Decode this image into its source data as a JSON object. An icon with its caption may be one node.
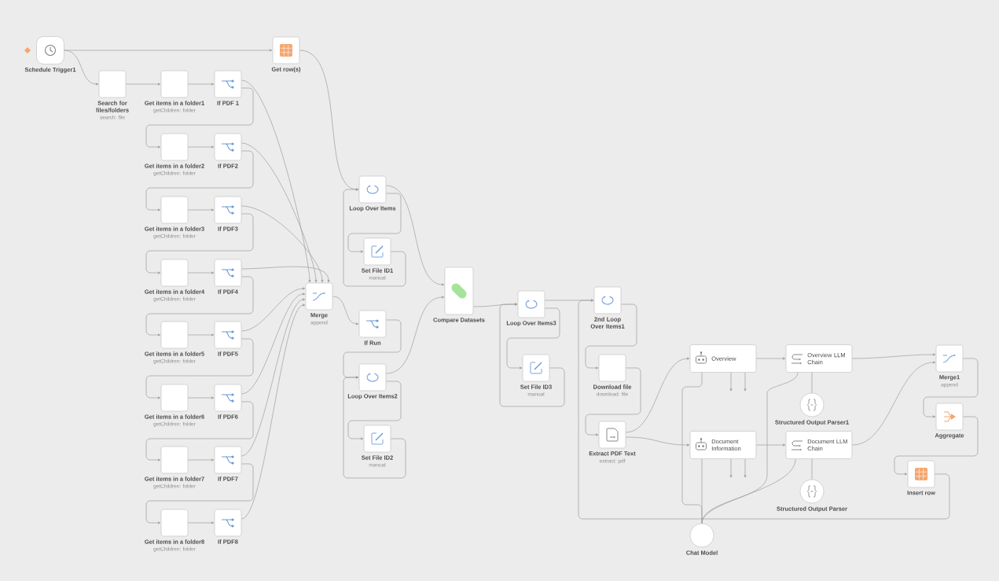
{
  "diagram": {
    "nodes": [
      {
        "text": [
          "Schedule Trigger1"
        ]
      },
      {
        "text": [
          "Get row(s)"
        ]
      },
      {
        "text": [
          "Search for files/folders",
          "search: file"
        ]
      },
      {
        "text": [
          "Get items in a folder1",
          "getChildren: folder"
        ]
      },
      {
        "text": [
          "If PDF 1"
        ]
      },
      {
        "text": [
          "Get items in a folder2",
          "getChildren: folder"
        ]
      },
      {
        "text": [
          "If PDF2"
        ]
      },
      {
        "text": [
          "Get items in a folder3",
          "getChildren: folder"
        ]
      },
      {
        "text": [
          "If PDF3"
        ]
      },
      {
        "text": [
          "Get items in a folder4",
          "getChildren: folder"
        ]
      },
      {
        "text": [
          "If PDF4"
        ]
      },
      {
        "text": [
          "Get items in a folder5",
          "getChildren: folder"
        ]
      },
      {
        "text": [
          "If PDF5"
        ]
      },
      {
        "text": [
          "Get items in a folder6",
          "getChildren: folder"
        ]
      },
      {
        "text": [
          "If PDF6"
        ]
      },
      {
        "text": [
          "Get items in a folder7",
          "getChildren: folder"
        ]
      },
      {
        "text": [
          "If PDF7"
        ]
      },
      {
        "text": [
          "Get items in a folder8",
          "getChildren: folder"
        ]
      },
      {
        "text": [
          "If PDF8"
        ]
      },
      {
        "text": [
          "Merge",
          "append"
        ]
      },
      {
        "text": [
          "Loop Over Items"
        ]
      },
      {
        "text": [
          "Set File ID1",
          "manual"
        ]
      },
      {
        "text": [
          "If Run"
        ]
      },
      {
        "text": [
          "Loop Over Items2"
        ]
      },
      {
        "text": [
          "Set File ID2",
          "manual"
        ]
      },
      {
        "text": [
          "Compare Datasets"
        ]
      },
      {
        "text": [
          "Loop Over Items3"
        ]
      },
      {
        "text": [
          "Set File ID3",
          "manual"
        ]
      },
      {
        "text": [
          "2nd Loop Over Items1"
        ]
      },
      {
        "text": [
          "Download file",
          "download: file"
        ]
      },
      {
        "text": [
          "Extract PDF Text",
          "extract: pdf"
        ]
      },
      {
        "text": [
          "Overview"
        ]
      },
      {
        "text": [
          "Document Information"
        ]
      },
      {
        "text": [
          "Overview LLM Chain"
        ]
      },
      {
        "text": [
          "Structured Output Parser1"
        ]
      },
      {
        "text": [
          "Document LLM Chain"
        ]
      },
      {
        "text": [
          "Structured Output Parser"
        ]
      },
      {
        "text": [
          "Chat Model"
        ]
      },
      {
        "text": [
          "Merge1",
          "append"
        ]
      },
      {
        "text": [
          "Aggregate"
        ]
      },
      {
        "text": [
          "Insert row"
        ]
      }
    ],
    "edges": [
      {
        "from": 0,
        "to": 1,
        "arrow": "to"
      },
      {
        "from": 0,
        "to": 2,
        "arrow": "to"
      },
      {
        "from": 2,
        "to": 3,
        "arrow": "to"
      },
      {
        "from": 3,
        "to": 4,
        "arrow": "to"
      },
      {
        "from": 4,
        "to": 19,
        "arrow": "to"
      },
      {
        "from": 4,
        "to": 5,
        "arrow": "to"
      },
      {
        "from": 5,
        "to": 6,
        "arrow": "to"
      },
      {
        "from": 6,
        "to": 19,
        "arrow": "to"
      },
      {
        "from": 6,
        "to": 7,
        "arrow": "to"
      },
      {
        "from": 7,
        "to": 8,
        "arrow": "to"
      },
      {
        "from": 8,
        "to": 19,
        "arrow": "to"
      },
      {
        "from": 8,
        "to": 9,
        "arrow": "to"
      },
      {
        "from": 9,
        "to": 10,
        "arrow": "to"
      },
      {
        "from": 10,
        "to": 19,
        "arrow": "to"
      },
      {
        "from": 10,
        "to": 11,
        "arrow": "to"
      },
      {
        "from": 11,
        "to": 12,
        "arrow": "to"
      },
      {
        "from": 12,
        "to": 19,
        "arrow": "to"
      },
      {
        "from": 12,
        "to": 13,
        "arrow": "to"
      },
      {
        "from": 13,
        "to": 14,
        "arrow": "to"
      },
      {
        "from": 14,
        "to": 19,
        "arrow": "to"
      },
      {
        "from": 14,
        "to": 15,
        "arrow": "to"
      },
      {
        "from": 15,
        "to": 16,
        "arrow": "to"
      },
      {
        "from": 16,
        "to": 19,
        "arrow": "to"
      },
      {
        "from": 16,
        "to": 17,
        "arrow": "to"
      },
      {
        "from": 17,
        "to": 18,
        "arrow": "to"
      },
      {
        "from": 18,
        "to": 19,
        "arrow": "to"
      },
      {
        "from": 1,
        "to": 20,
        "arrow": "to"
      },
      {
        "from": 20,
        "to": 21,
        "arrow": "to"
      },
      {
        "from": 21,
        "to": 20,
        "arrow": "to"
      },
      {
        "from": 20,
        "to": 25,
        "arrow": "to"
      },
      {
        "from": 19,
        "to": 22,
        "arrow": "to"
      },
      {
        "from": 22,
        "to": 23,
        "arrow": "to"
      },
      {
        "from": 23,
        "to": 24,
        "arrow": "to"
      },
      {
        "from": 24,
        "to": 23,
        "arrow": "to"
      },
      {
        "from": 23,
        "to": 25,
        "arrow": "to"
      },
      {
        "from": 25,
        "to": 26,
        "arrow": "to"
      },
      {
        "from": 26,
        "to": 27,
        "arrow": "to"
      },
      {
        "from": 27,
        "to": 26,
        "arrow": "to"
      },
      {
        "from": 26,
        "to": 28,
        "arrow": "to"
      },
      {
        "from": 28,
        "to": 29,
        "arrow": "to"
      },
      {
        "from": 29,
        "to": 30,
        "arrow": "to"
      },
      {
        "from": 30,
        "to": 31,
        "arrow": "to"
      },
      {
        "from": 30,
        "to": 32,
        "arrow": "to"
      },
      {
        "from": 31,
        "to": 33,
        "arrow": "to"
      },
      {
        "from": 32,
        "to": 35,
        "arrow": "to"
      },
      {
        "from": 34,
        "to": 33,
        "arrow": "none"
      },
      {
        "from": 36,
        "to": 35,
        "arrow": "none"
      },
      {
        "from": 37,
        "to": 31,
        "arrow": "none"
      },
      {
        "from": 37,
        "to": 32,
        "arrow": "none"
      },
      {
        "from": 37,
        "to": 33,
        "arrow": "none"
      },
      {
        "from": 37,
        "to": 35,
        "arrow": "none"
      },
      {
        "from": 33,
        "to": 38,
        "arrow": "to"
      },
      {
        "from": 35,
        "to": 38,
        "arrow": "to"
      },
      {
        "from": 38,
        "to": 39,
        "arrow": "to"
      },
      {
        "from": 39,
        "to": 40,
        "arrow": "to"
      },
      {
        "from": 40,
        "to": 28,
        "arrow": "to"
      },
      {
        "from": 31,
        "to": null,
        "arrow": "to"
      },
      {
        "from": 31,
        "to": null,
        "arrow": "to"
      },
      {
        "from": 32,
        "to": null,
        "arrow": "to"
      },
      {
        "from": 32,
        "to": null,
        "arrow": "to"
      }
    ]
  }
}
